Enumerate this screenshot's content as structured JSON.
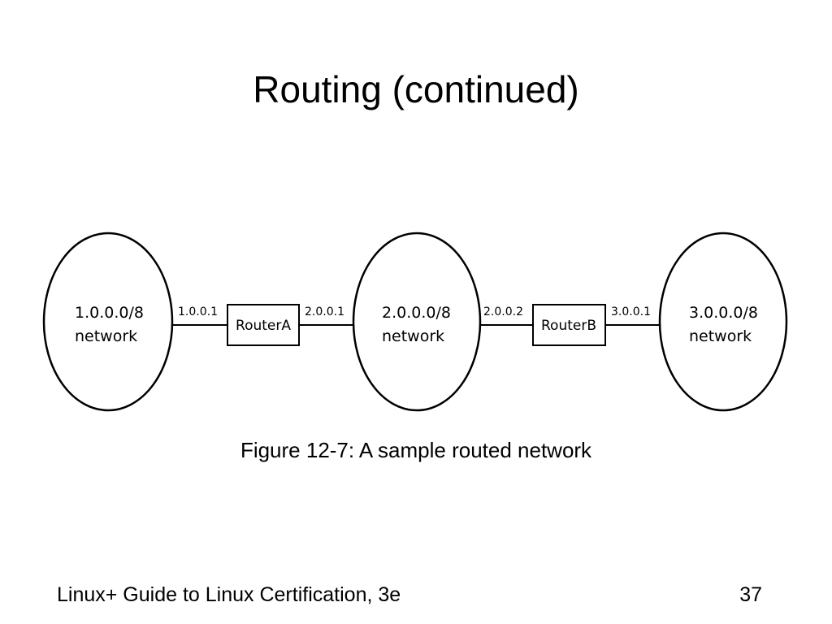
{
  "slide": {
    "title": "Routing (continued)",
    "caption": "Figure 12-7: A sample routed network",
    "footer": "Linux+ Guide to Linux Certification, 3e",
    "page_number": "37"
  },
  "diagram": {
    "networks": [
      {
        "address": "1.0.0.0/8",
        "label": "network"
      },
      {
        "address": "2.0.0.0/8",
        "label": "network"
      },
      {
        "address": "3.0.0.0/8",
        "label": "network"
      }
    ],
    "routers": [
      {
        "name": "RouterA",
        "left_port": "1.0.0.1",
        "right_port": "2.0.0.1"
      },
      {
        "name": "RouterB",
        "left_port": "2.0.0.2",
        "right_port": "3.0.0.1"
      }
    ]
  }
}
